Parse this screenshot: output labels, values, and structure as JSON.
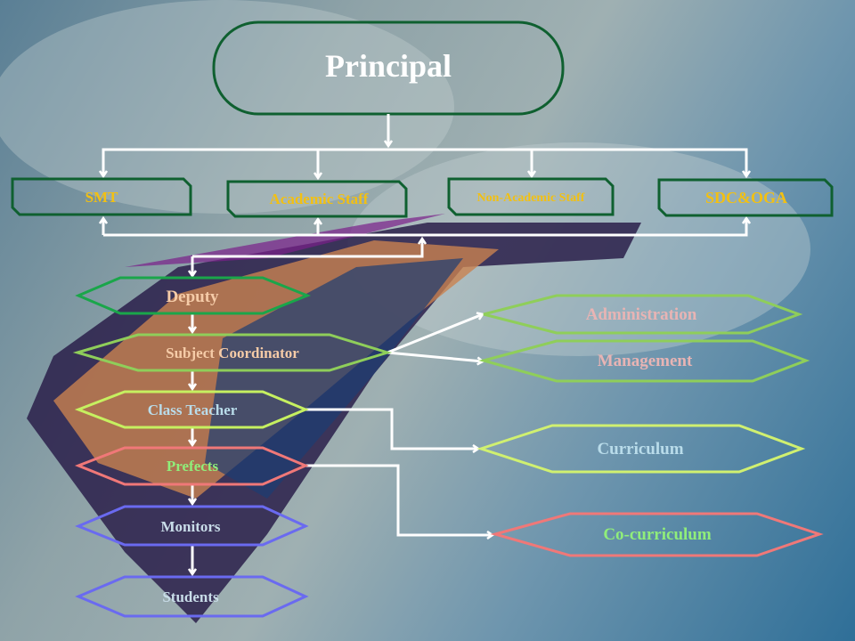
{
  "top": {
    "label": "Principal"
  },
  "row2": [
    {
      "label": "SMT"
    },
    {
      "label": "Academic Staff"
    },
    {
      "label": "Non-Academic Staff"
    },
    {
      "label": "SDC&OGA"
    }
  ],
  "chain": [
    {
      "label": "Deputy"
    },
    {
      "label": "Subject Coordinator"
    },
    {
      "label": "Class Teacher"
    },
    {
      "label": "Prefects"
    },
    {
      "label": "Monitors"
    },
    {
      "label": "Students"
    }
  ],
  "areas": [
    {
      "label": "Administration"
    },
    {
      "label": "Management"
    },
    {
      "label": "Curriculum"
    },
    {
      "label": "Co-curriculum"
    }
  ],
  "colors": {
    "box_border": "#0f6030",
    "box_text": "#f2c012",
    "connector": "#ffffff"
  }
}
